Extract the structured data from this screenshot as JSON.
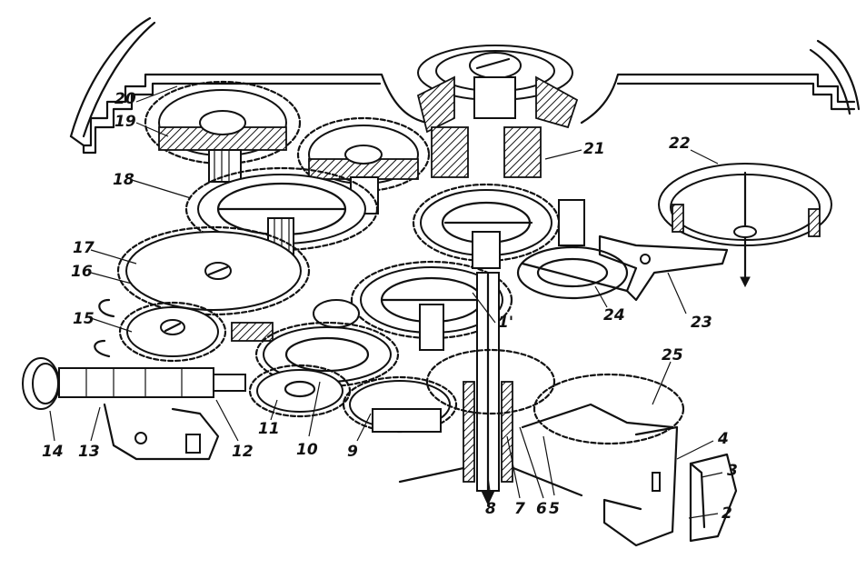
{
  "labels": {
    "l1": "1'",
    "l2": "2",
    "l3": "3",
    "l4": "4",
    "l5": "5",
    "l6": "6",
    "l7": "7",
    "l8": "8",
    "l9": "9",
    "l10": "10",
    "l11": "11",
    "l12": "12",
    "l13": "13",
    "l14": "14",
    "l15": "15",
    "l16": "16",
    "l17": "17",
    "l18": "18",
    "l19": "19",
    "l20": "20",
    "l21": "21",
    "l22": "22",
    "l23": "23",
    "l24": "24",
    "l25": "25"
  },
  "colors": {
    "ink": "#111111",
    "paper": "#ffffff"
  }
}
